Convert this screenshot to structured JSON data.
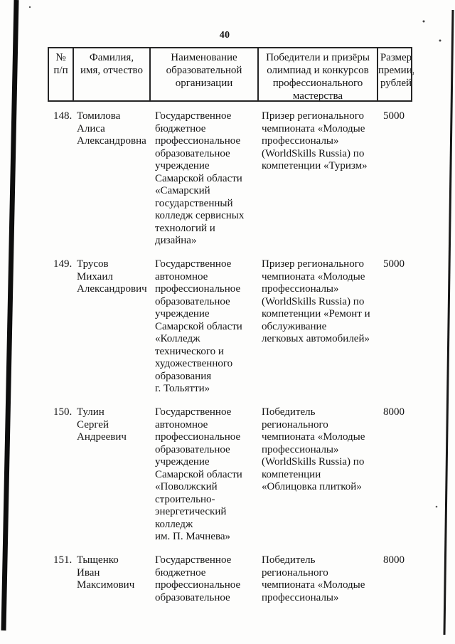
{
  "page": {
    "number": "40"
  },
  "table": {
    "headers": [
      "№\nп/п",
      "Фамилия,\nимя, отчество",
      "Наименование\nобразовательной\nорганизации",
      "Победители и призёры\nолимпиад и конкурсов\nпрофессионального\nмастерства",
      "Размер\nпремии,\nрублей"
    ],
    "rows": [
      {
        "num": "148.",
        "name": "Томилова\nАлиса\nАлександровна",
        "organization": "Государственное\nбюджетное\nпрофессиональное\nобразовательное\nучреждение\nСамарской области\n«Самарский\nгосударственный\nколледж сервисных\nтехнологий и\nдизайна»",
        "achievement": "Призер регионального\nчемпионата «Молодые\nпрофессионалы»\n(WorldSkills Russia) по\nкомпетенции «Туризм»",
        "amount": "5000"
      },
      {
        "num": "149.",
        "name": "Трусов\nМихаил\nАлександрович",
        "organization": "Государственное\nавтономное\nпрофессиональное\nобразовательное\nучреждение\nСамарской области\n«Колледж\nтехнического и\nхудожественного\nобразования\nг. Тольятти»",
        "achievement": "Призер регионального\nчемпионата «Молодые\nпрофессионалы»\n(WorldSkills Russia) по\nкомпетенции «Ремонт и\nобслуживание\nлегковых автомобилей»",
        "amount": "5000"
      },
      {
        "num": "150.",
        "name": "Тулин\nСергей\nАндреевич",
        "organization": "Государственное\nавтономное\nпрофессиональное\nобразовательное\nучреждение\nСамарской области\n«Поволжский\nстроительно-\nэнергетический\nколледж\nим.  П. Мачнева»",
        "achievement": "Победитель\nрегионального\nчемпионата «Молодые\nпрофессионалы»\n(WorldSkills Russia) по\nкомпетенции\n«Облицовка плиткой»",
        "amount": "8000"
      },
      {
        "num": "151.",
        "name": "Тыщенко\nИван\nМаксимович",
        "organization": "Государственное\nбюджетное\nпрофессиональное\nобразовательное",
        "achievement": "Победитель\nрегионального\nчемпионата «Молодые\nпрофессионалы»",
        "amount": "8000"
      }
    ]
  }
}
